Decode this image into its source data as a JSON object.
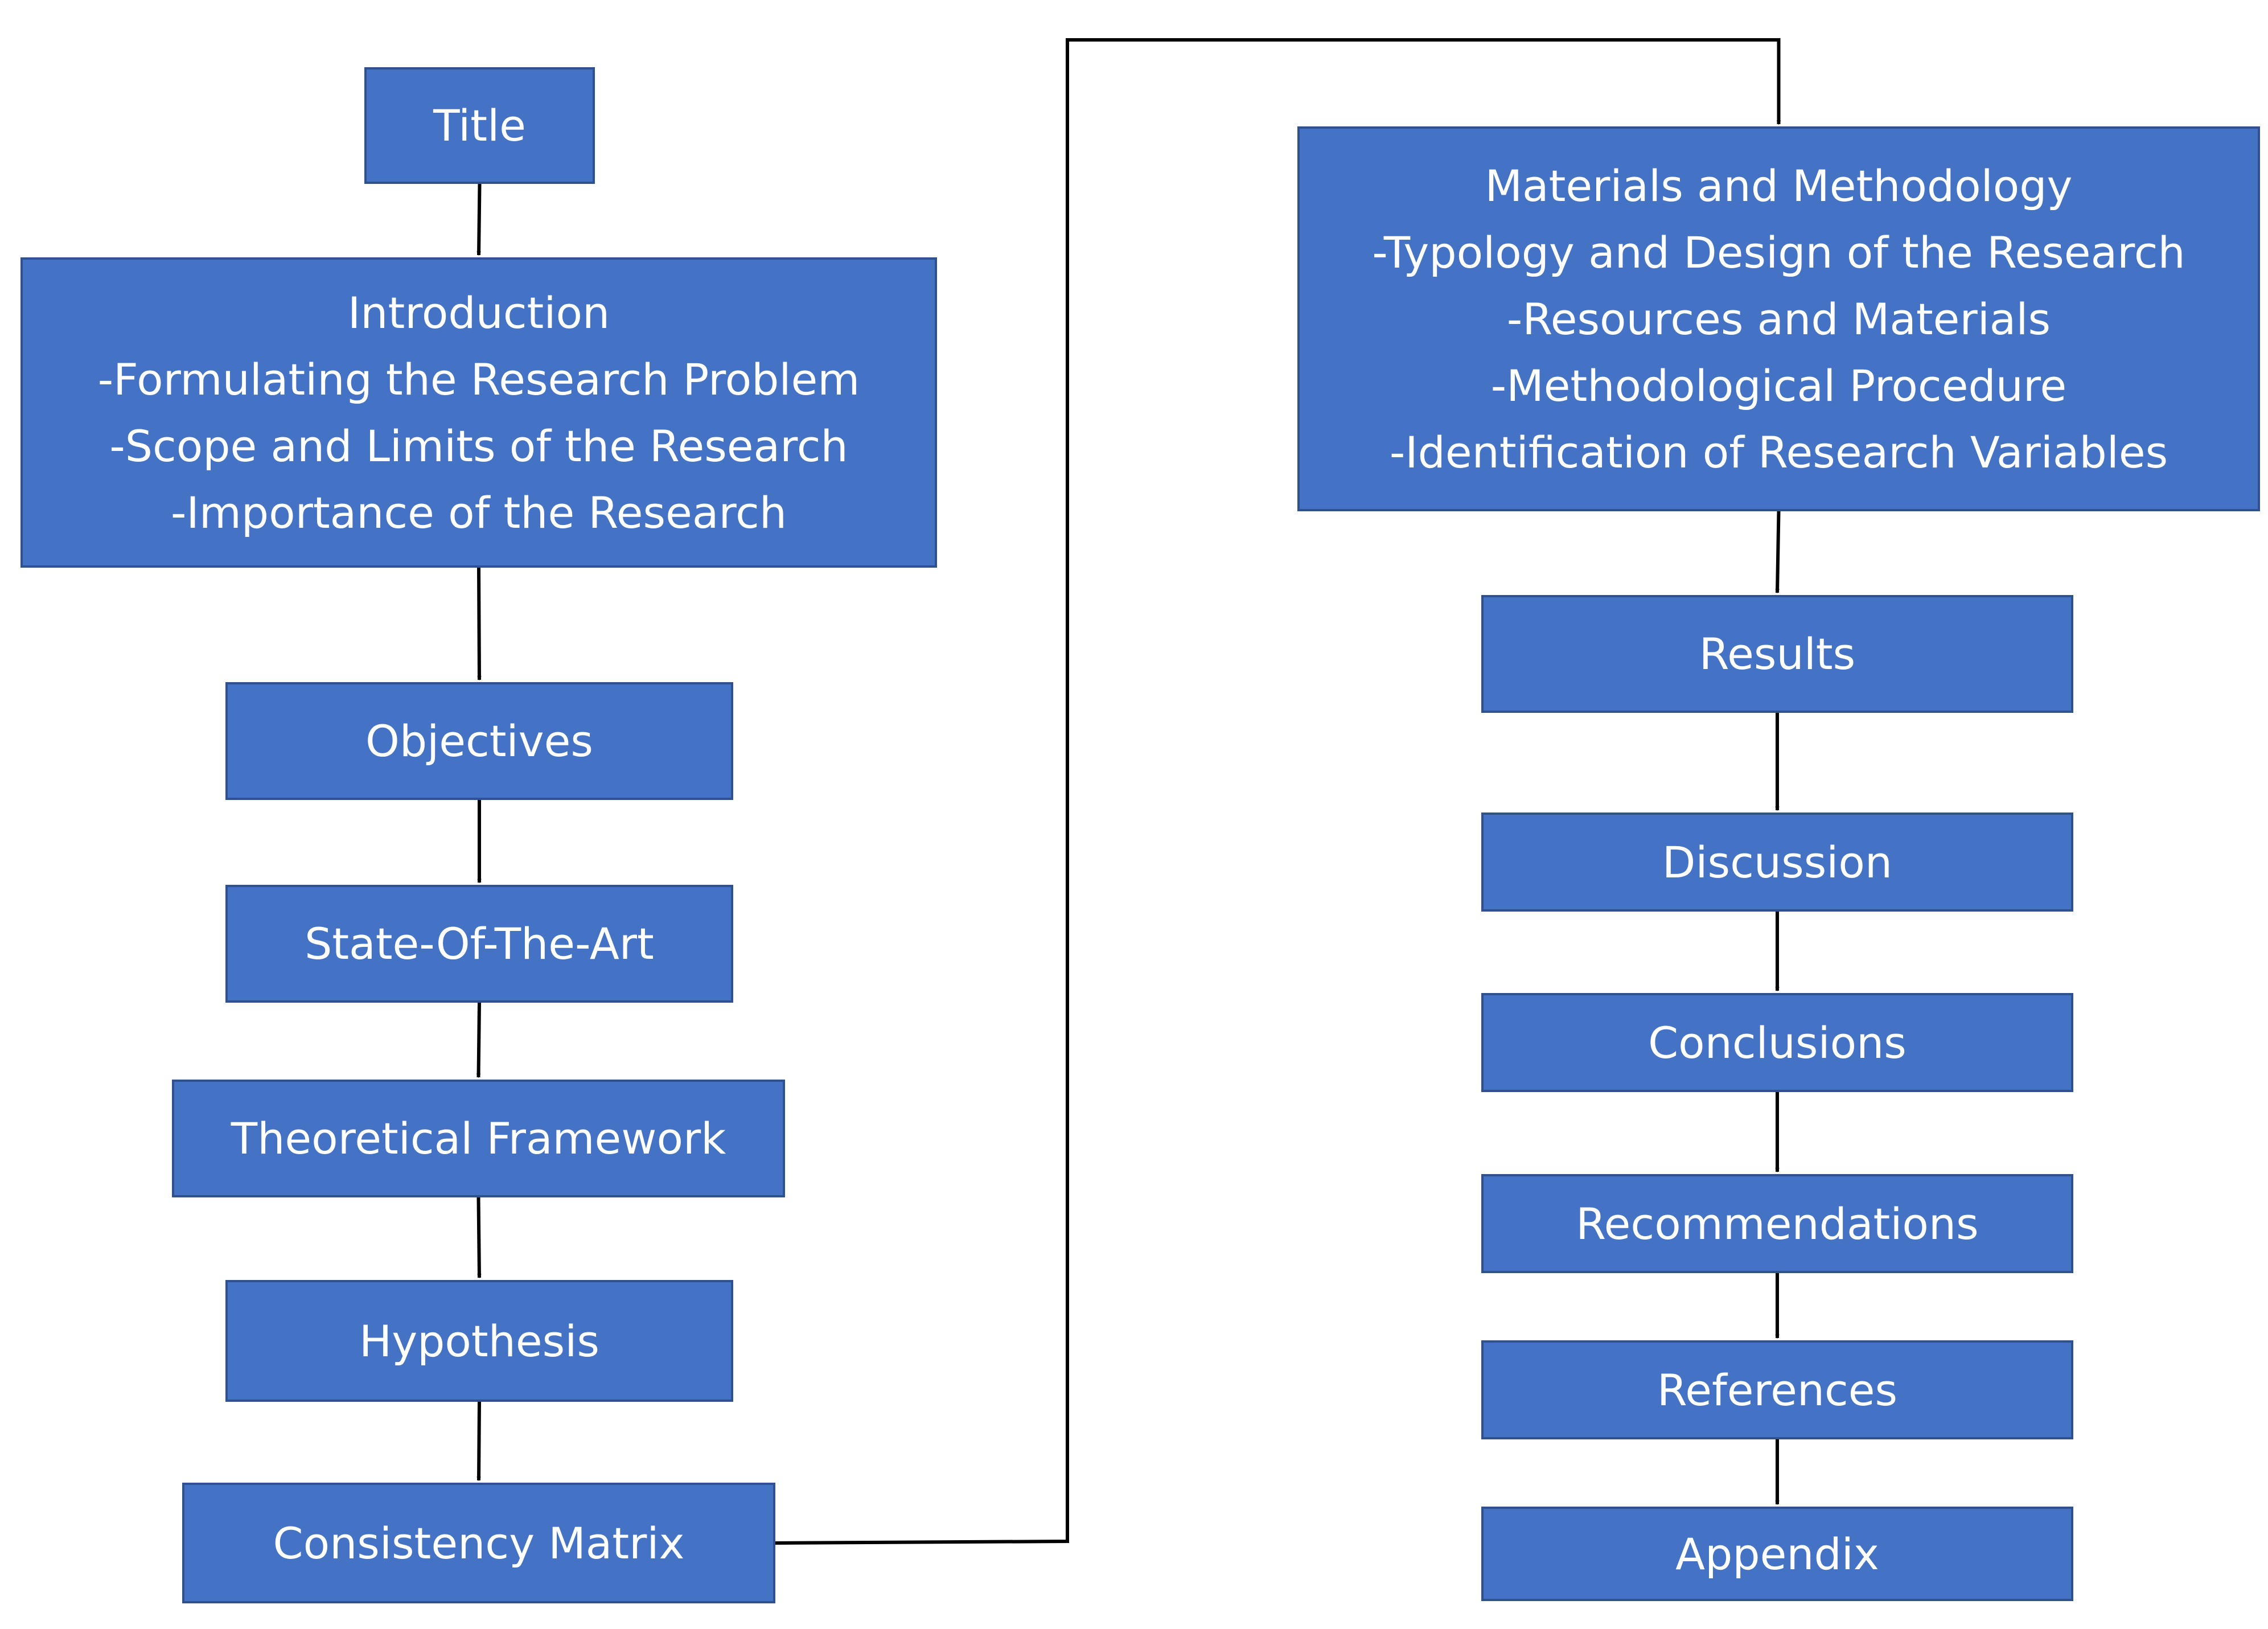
{
  "flowchart": {
    "nodes": [
      {
        "id": "title",
        "lines": [
          "Title"
        ]
      },
      {
        "id": "introduction",
        "lines": [
          "Introduction",
          "-Formulating the Research Problem",
          "-Scope and Limits of the Research",
          "-Importance of the Research"
        ]
      },
      {
        "id": "objectives",
        "lines": [
          "Objectives"
        ]
      },
      {
        "id": "state-of-the-art",
        "lines": [
          "State-Of-The-Art"
        ]
      },
      {
        "id": "theoretical-framework",
        "lines": [
          "Theoretical Framework"
        ]
      },
      {
        "id": "hypothesis",
        "lines": [
          "Hypothesis"
        ]
      },
      {
        "id": "consistency-matrix",
        "lines": [
          "Consistency Matrix"
        ]
      },
      {
        "id": "materials-and-methodology",
        "lines": [
          "Materials and Methodology",
          "-Typology and Design of the Research",
          "-Resources and Materials",
          "-Methodological Procedure",
          "-Identification of Research Variables"
        ]
      },
      {
        "id": "results",
        "lines": [
          "Results"
        ]
      },
      {
        "id": "discussion",
        "lines": [
          "Discussion"
        ]
      },
      {
        "id": "conclusions",
        "lines": [
          "Conclusions"
        ]
      },
      {
        "id": "recommendations",
        "lines": [
          "Recommendations"
        ]
      },
      {
        "id": "references",
        "lines": [
          "References"
        ]
      },
      {
        "id": "appendix",
        "lines": [
          "Appendix"
        ]
      }
    ],
    "edges": [
      [
        "title",
        "introduction"
      ],
      [
        "introduction",
        "objectives"
      ],
      [
        "objectives",
        "state-of-the-art"
      ],
      [
        "state-of-the-art",
        "theoretical-framework"
      ],
      [
        "theoretical-framework",
        "hypothesis"
      ],
      [
        "hypothesis",
        "consistency-matrix"
      ],
      [
        "consistency-matrix",
        "materials-and-methodology"
      ],
      [
        "materials-and-methodology",
        "results"
      ],
      [
        "results",
        "discussion"
      ],
      [
        "discussion",
        "conclusions"
      ],
      [
        "conclusions",
        "recommendations"
      ],
      [
        "recommendations",
        "references"
      ],
      [
        "references",
        "appendix"
      ]
    ],
    "colors": {
      "box_fill": "#4472c4",
      "box_border": "#2f528f",
      "box_text": "#ffffff",
      "connector": "#000000"
    }
  }
}
